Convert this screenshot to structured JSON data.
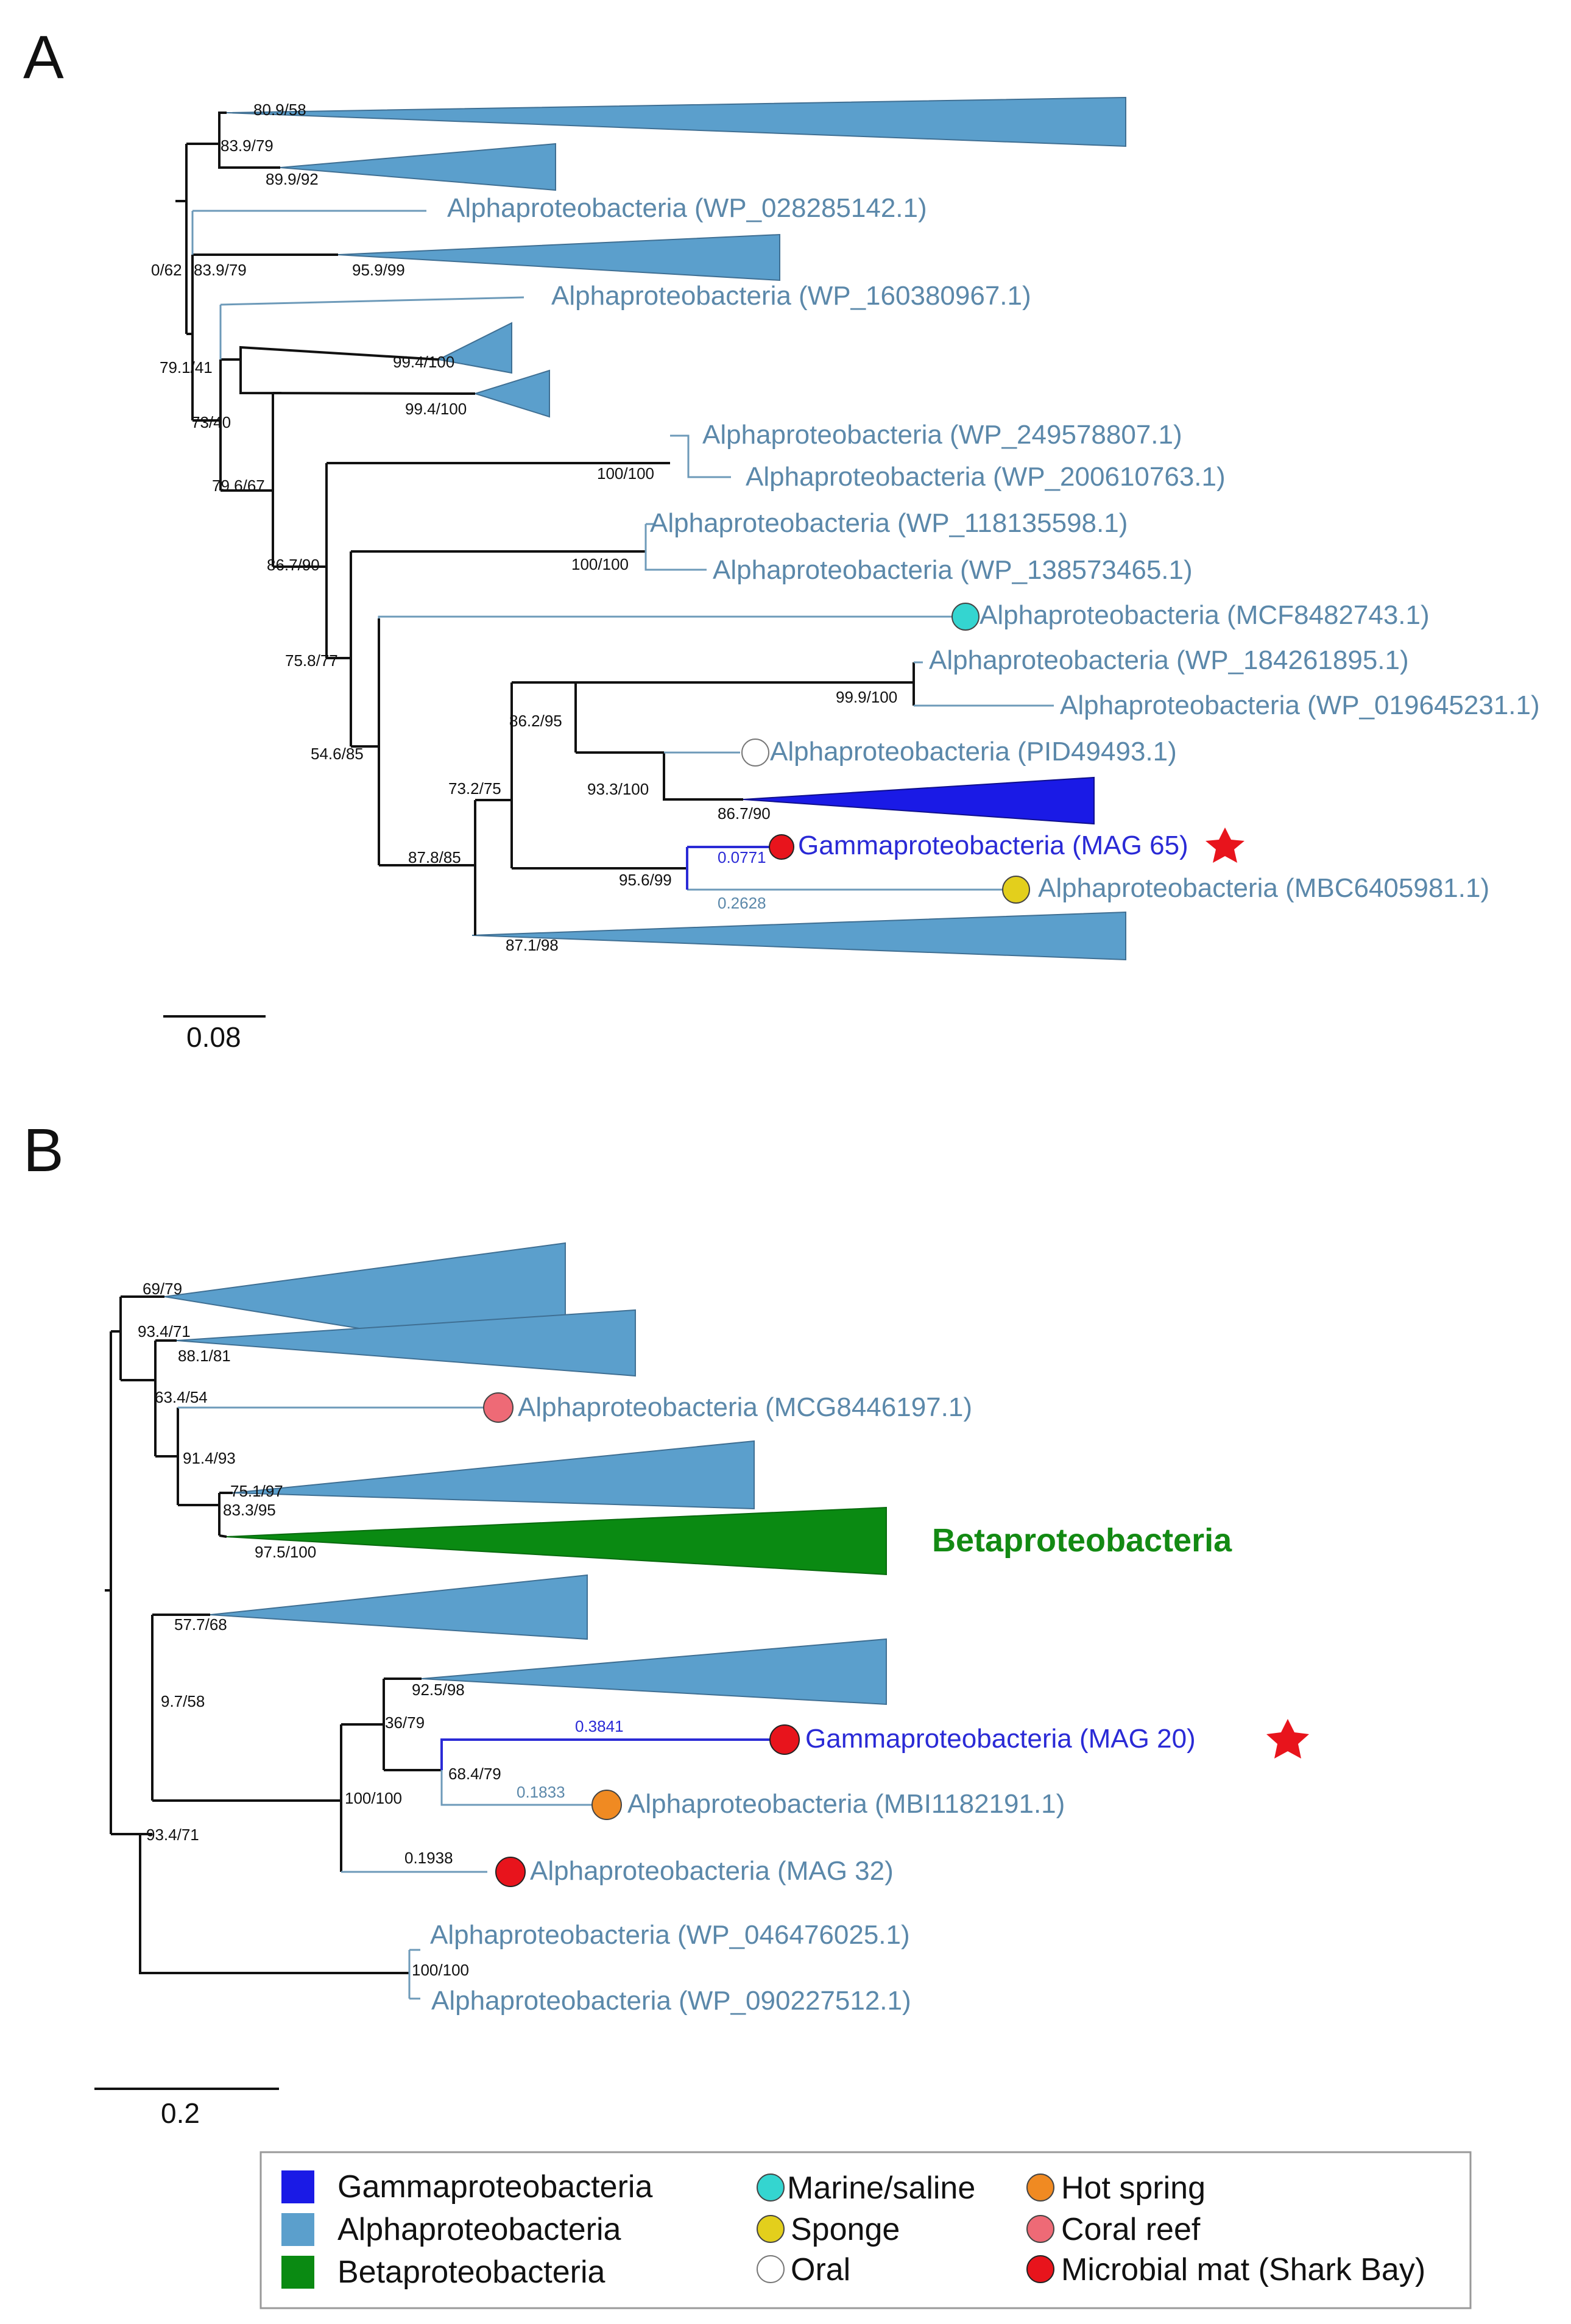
{
  "panel_a": {
    "letter": "A",
    "scale": "0.08",
    "supports": {
      "n1": "80.9/58",
      "n2": "83.9/79",
      "n3": "89.9/92",
      "n4": "0/62",
      "n5": "83.9/79",
      "n6": "95.9/99",
      "n7": "79.1/41",
      "n8": "73/40",
      "n9": "99.4/100",
      "n10": "99.4/100",
      "n11": "79.6/67",
      "n12": "100/100",
      "n13": "86.7/90",
      "n14": "100/100",
      "n15": "75.8/77",
      "n16": "86.2/95",
      "n17": "99.9/100",
      "n18": "54.6/85",
      "n19": "93.3/100",
      "n20": "86.7/90",
      "n21": "73.2/75",
      "n22": "87.8/85",
      "n23": "95.6/99",
      "n24": "87.1/98"
    },
    "branch_lengths": {
      "mag65": "0.0771",
      "mbc": "0.2628"
    },
    "leaves": {
      "l1": "Alphaproteobacteria  (WP_028285142.1)",
      "l2": "Alphaproteobacteria  (WP_160380967.1)",
      "l3": "Alphaproteobacteria  (WP_249578807.1)",
      "l4": "Alphaproteobacteria  (WP_200610763.1)",
      "l5": "Alphaproteobacteria  (WP_118135598.1)",
      "l6": "Alphaproteobacteria  (WP_138573465.1)",
      "l7": "Alphaproteobacteria  (MCF8482743.1)",
      "l8": "Alphaproteobacteria  (WP_184261895.1)",
      "l9": "Alphaproteobacteria  (WP_019645231.1)",
      "l10": "Alphaproteobacteria  (PID49493.1)",
      "l11": "Gammaproteobacteria (MAG 65)",
      "l12": "Alphaproteobacteria (MBC6405981.1)"
    }
  },
  "panel_b": {
    "letter": "B",
    "scale": "0.2",
    "supports": {
      "m1": "69/79",
      "m2": "93.4/71",
      "m3": "88.1/81",
      "m4": "63.4/54",
      "m5": "91.4/93",
      "m6": "75.1/97",
      "m7": "83.3/95",
      "m8": "97.5/100",
      "m9": "57.7/68",
      "m10": "92.5/98",
      "m11": "9.7/58",
      "m12": "36/79",
      "m13": "68.4/79",
      "m14": "100/100",
      "m15": "93.4/71",
      "m16": "100/100"
    },
    "branch_lengths": {
      "mag20": "0.3841",
      "mbi": "0.1833",
      "mag32": "0.1938"
    },
    "leaves": {
      "l1": "Alphaproteobacteria  (MCG8446197.1)",
      "l2": "Gammaproteobacteria (MAG 20)",
      "l3": "Alphaproteobacteria  (MBI1182191.1)",
      "l4": "Alphaproteobacteria  (MAG 32)",
      "l5": "Alphaproteobacteria  (WP_046476025.1)",
      "l6": "Alphaproteobacteria  (WP_090227512.1)"
    },
    "clade_label": "Betaproteobacteria"
  },
  "legend": {
    "taxa": [
      "Gammaproteobacteria",
      "Alphaproteobacteria",
      "Betaproteobacteria"
    ],
    "habitats": [
      "Marine/saline",
      "Sponge",
      "Oral",
      "Hot spring",
      "Coral reef",
      "Microbial mat (Shark Bay)"
    ]
  },
  "colors": {
    "gamma": "#1a1ae6",
    "alpha": "#5b9fcc",
    "beta": "#0a8a12",
    "marine": "#34d5d0",
    "sponge": "#e3cf1c",
    "oral": "#ffffff",
    "hot_spring": "#f08a22",
    "coral_reef": "#ee6a76",
    "microbial_mat": "#e8141c",
    "star": "#e8141c"
  }
}
